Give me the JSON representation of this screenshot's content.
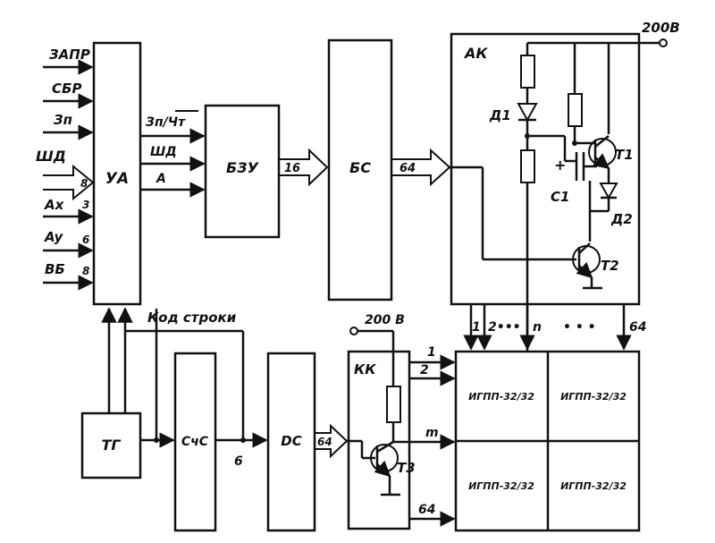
{
  "inputs": {
    "zapr": "ЗАПР",
    "sbr": "СБР",
    "zp": "Зп",
    "shd": "ШД",
    "shd_width": "8",
    "ax": "Ax",
    "ax_width": "3",
    "ay": "Ay",
    "ay_width": "6",
    "vb": "ВБ",
    "vb_width": "8"
  },
  "blocks": {
    "ua": "УА",
    "bzu": "БЗУ",
    "bs": "БС",
    "ak": "АК",
    "tg": "ТГ",
    "sch": "СчС",
    "dc": "DC",
    "kk": "КК"
  },
  "signals": {
    "zp_cht": "Зп/Чт",
    "shd": "ШД",
    "a": "А",
    "bus16": "16",
    "bus64_bs": "64",
    "bus64_dc": "64",
    "kod_stroki": "Код строки",
    "six": "6"
  },
  "ak": {
    "supply": "200В",
    "d1": "Д1",
    "d2": "Д2",
    "t1": "Т1",
    "t2": "Т2",
    "c1": "С1",
    "plus": "+"
  },
  "kk": {
    "supply": "200 В",
    "t3": "Т3",
    "out1": "1",
    "out2": "2",
    "outm": "m",
    "out64": "64"
  },
  "columns": {
    "c1": "1",
    "c2": "2•••",
    "cn": "n",
    "dots": "•  •  •",
    "c64": "64"
  },
  "panels": {
    "p1": "ИГПП-32/32",
    "p2": "ИГПП-32/32",
    "p3": "ИГПП-32/32",
    "p4": "ИГПП-32/32"
  }
}
